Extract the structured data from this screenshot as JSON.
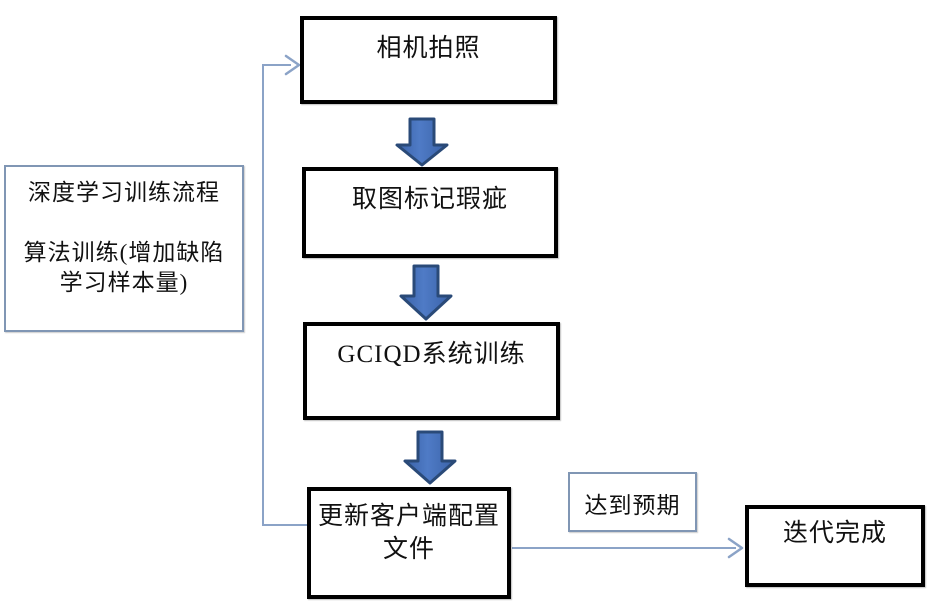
{
  "diagram": {
    "kind": "flowchart",
    "steps": {
      "camera": "相机拍照",
      "mark": "取图标记瑕疵",
      "train": "GCIQD系统训练",
      "update_line1": "更新客户端配置",
      "update_line2": "文件",
      "done": "迭代完成"
    },
    "edge_labels": {
      "expect": "达到预期"
    },
    "note": {
      "lines": [
        "深度学习训练流程",
        "",
        "算法训练(增加缺陷",
        "学习样本量)"
      ]
    },
    "colors": {
      "background": "#ffffff",
      "flow_box_border": "#000000",
      "note_box_border": "#8096b4",
      "block_arrow_fill": "#4472c4",
      "block_arrow_stroke": "#2a4a78",
      "connector_line": "#8ba3c7",
      "text": "#111111"
    }
  }
}
